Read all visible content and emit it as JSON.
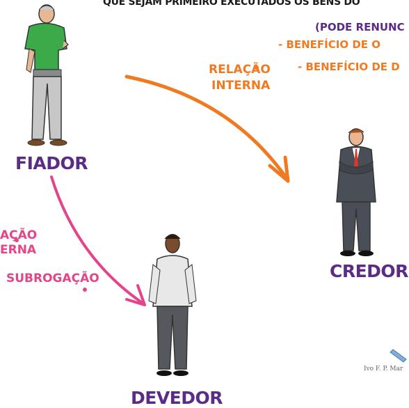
{
  "title": "QUE SEJAM PRIMEIRO EXECUTADOS OS BENS DO",
  "roles": {
    "fiador": "FIADOR",
    "credor": "CREDOR",
    "devedor": "DEVEDOR"
  },
  "relations": {
    "interna_right": [
      "RELAÇÃO",
      "INTERNA"
    ],
    "interna_left": [
      "AÇÃO",
      "ERNA"
    ],
    "subrogacao": "SUBROGAÇÃO"
  },
  "notes": {
    "renuncia": "(PODE RENUNC",
    "beneficio_1": "- BENEFÍCIO DE O",
    "beneficio_2": "- BENEFÍCIO DE D"
  },
  "signature": "Ivo F. P. Mar",
  "colors": {
    "purple": "#5b2c86",
    "orange": "#f07a22",
    "pink": "#e4448a"
  }
}
